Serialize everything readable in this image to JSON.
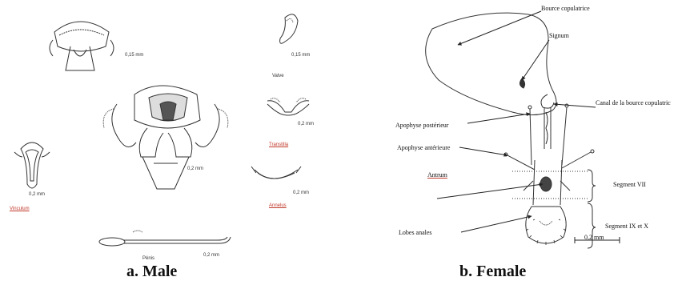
{
  "male": {
    "caption": "a. Male",
    "scales": [
      "0,15 mm",
      "0,15 mm",
      "0,2 mm",
      "0,2 mm",
      "0,2 mm",
      "0,2 mm",
      "0,2 mm"
    ],
    "labels": {
      "valve": "Valve",
      "transtilla": "Transtilla",
      "annelus": "Annelus",
      "vinculum": "Vinculum",
      "penis": "Pénis"
    }
  },
  "female": {
    "caption": "b. Female",
    "labels": {
      "bourse": "Bource copulatrice",
      "signum": "Signum",
      "canal": "Canal de la bource copulatric",
      "apophyse_post": "Apophyse postérieur",
      "apophyse_ant": "Apophyse antérieure",
      "antrum": "Antrum",
      "segment7": "Segment VII",
      "segment9": "Segment IX et X",
      "lobes": "Lobes anales",
      "scale": "0,2 mm"
    }
  },
  "colors": {
    "ink": "#222222",
    "red_label": "#c0392b"
  }
}
